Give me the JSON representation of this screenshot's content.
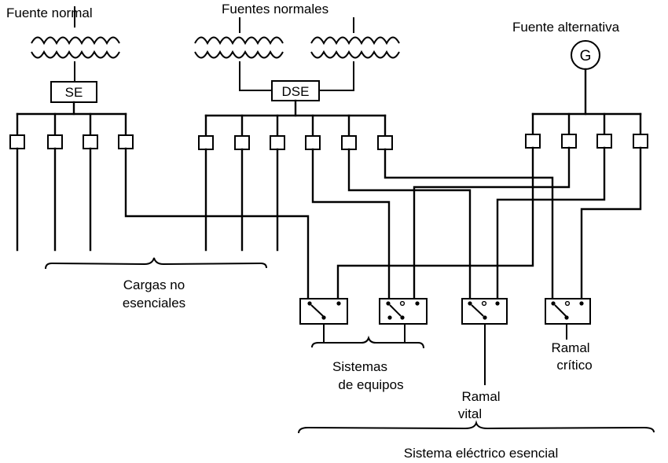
{
  "labels": {
    "fuente_normal": "Fuente normal",
    "fuentes_normales": "Fuentes normales",
    "fuente_alternativa": "Fuente alternativa",
    "se": "SE",
    "dse": "DSE",
    "generator": "G",
    "cargas_line1": "Cargas no",
    "cargas_line2": "esenciales",
    "sistemas_line1": "Sistemas",
    "sistemas_line2": "de equipos",
    "ramal_vital_line1": "Ramal",
    "ramal_vital_line2": "vital",
    "ramal_critico_line1": "Ramal",
    "ramal_critico_line2": "crítico",
    "sistema_esencial": "Sistema eléctrico esencial"
  },
  "colors": {
    "line": "#000000",
    "background": "#ffffff"
  }
}
